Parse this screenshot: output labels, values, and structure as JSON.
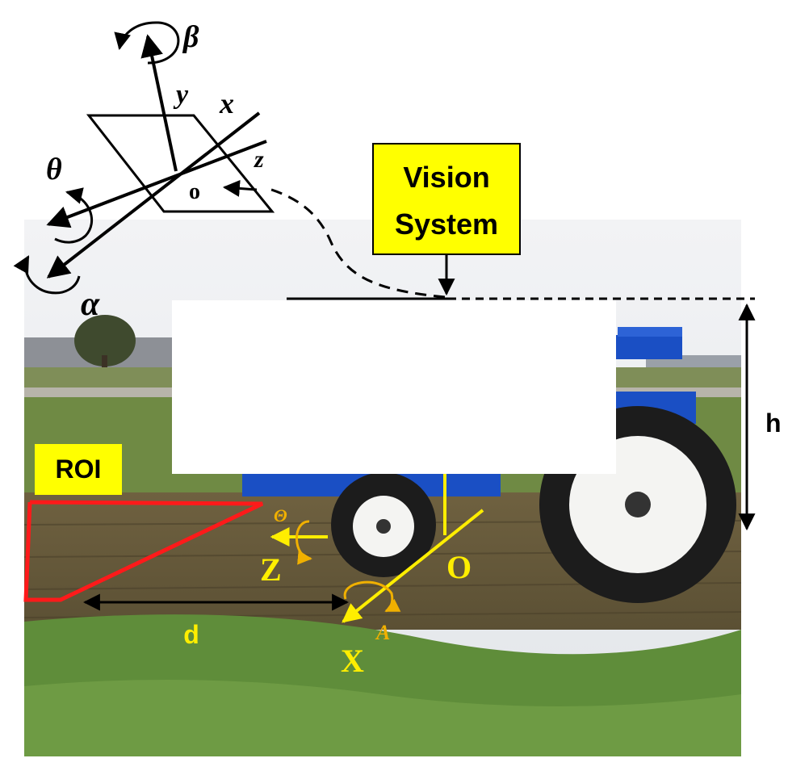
{
  "diagram": {
    "vision_system_label": [
      "Vision",
      "System"
    ],
    "roi_label": "ROI",
    "height_label": "h",
    "distance_label": "d",
    "camera_frame": {
      "axis_x": "x",
      "axis_y": "y",
      "axis_z": "z",
      "origin": "o",
      "rot_alpha": "α",
      "rot_beta": "β",
      "rot_theta": "θ"
    },
    "world_frame": {
      "axis_X": "X",
      "axis_Z": "Z",
      "origin": "O",
      "rot_A": "A",
      "rot_Theta": "Θ"
    },
    "colors": {
      "label_box_fill": "#ffff00",
      "roi_outline": "#ff1a1a",
      "world_frame": "#ffee00",
      "world_rotation": "#f0b000",
      "tractor_blue": "#1a4fc4"
    }
  }
}
